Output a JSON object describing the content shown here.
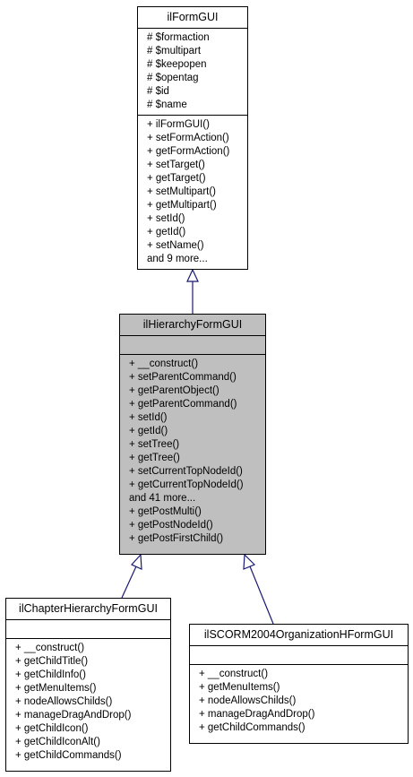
{
  "classes": {
    "base": {
      "name": "ilFormGUI",
      "attributes": [
        "# $formaction",
        "# $multipart",
        "# $keepopen",
        "# $opentag",
        "# $id",
        "# $name"
      ],
      "methods": [
        "+ ilFormGUI()",
        "+ setFormAction()",
        "+ getFormAction()",
        "+ setTarget()",
        "+ getTarget()",
        "+ setMultipart()",
        "+ getMultipart()",
        "+ setId()",
        "+ getId()",
        "+ setName()",
        "and 9 more..."
      ]
    },
    "middle": {
      "name": "ilHierarchyFormGUI",
      "attributes": [],
      "methods": [
        "+ __construct()",
        "+ setParentCommand()",
        "+ getParentObject()",
        "+ getParentCommand()",
        "+ setId()",
        "+ getId()",
        "+ setTree()",
        "+ getTree()",
        "+ setCurrentTopNodeId()",
        "+ getCurrentTopNodeId()",
        "and 41 more...",
        "+ getPostMulti()",
        "+ getPostNodeId()",
        "+ getPostFirstChild()"
      ]
    },
    "left": {
      "name": "ilChapterHierarchyFormGUI",
      "attributes": [],
      "methods": [
        "+ __construct()",
        "+ getChildTitle()",
        "+ getChildInfo()",
        "+ getMenuItems()",
        "+ nodeAllowsChilds()",
        "+ manageDragAndDrop()",
        "+ getChildIcon()",
        "+ getChildIconAlt()",
        "+ getChildCommands()"
      ]
    },
    "right": {
      "name": "ilSCORM2004OrganizationHFormGUI",
      "attributes": [],
      "methods": [
        "+ __construct()",
        "+ getMenuItems()",
        "+ nodeAllowsChilds()",
        "+ manageDragAndDrop()",
        "+ getChildCommands()"
      ]
    }
  },
  "colors": {
    "edge": "#191970",
    "highlight": "#bfbfbf",
    "border": "#000000"
  }
}
